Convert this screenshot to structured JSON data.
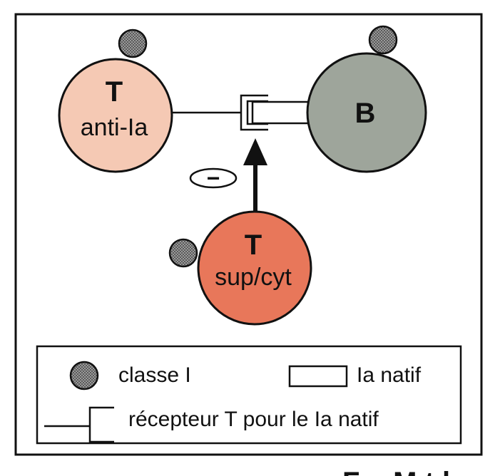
{
  "cells": {
    "t_anti_ia": {
      "title": "T",
      "subtitle": "anti-Ia",
      "color": "#f5c9b4"
    },
    "b_cell": {
      "title": "B",
      "color": "#9ea59b"
    },
    "t_sup_cyt": {
      "title": "T",
      "subtitle": "sup/cyt",
      "color": "#e8775a"
    }
  },
  "suppression_symbol": "−",
  "legend": {
    "classe_i": "classe I",
    "ia_natif": "Ia natif",
    "recepteur": "récepteur T pour le Ia natif"
  },
  "colors": {
    "classe_i_marker": "#777777",
    "ink": "#111111"
  },
  "footer_fragment": "Fr...M.t.l"
}
